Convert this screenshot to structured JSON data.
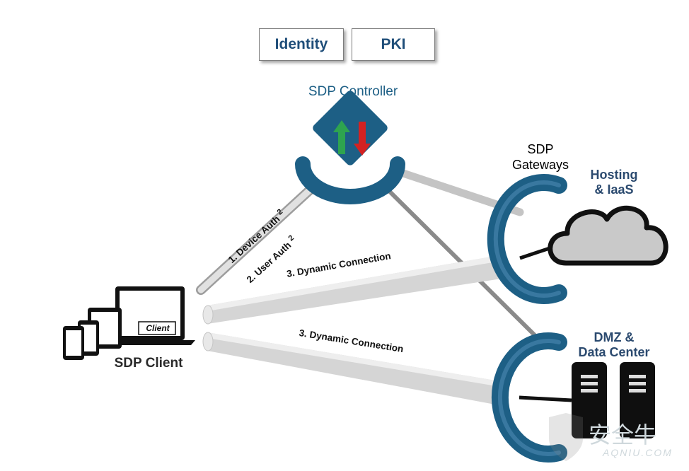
{
  "boxes": {
    "identity": "Identity",
    "pki": "PKI"
  },
  "controller": {
    "label": "SDP Controller"
  },
  "gateways": {
    "line1": "SDP",
    "line2": "Gateways"
  },
  "hosting": {
    "line1": "Hosting",
    "line2": "& IaaS"
  },
  "dmz": {
    "line1": "DMZ &",
    "line2": "Data Center"
  },
  "client": {
    "label": "SDP Client",
    "screen_text": "Client"
  },
  "connections": {
    "device_auth": "1. Device Auth",
    "device_auth_sup": "2",
    "user_auth": "2. User Auth",
    "user_auth_sup": "2",
    "dynamic_upper": "3. Dynamic Connection",
    "dynamic_lower": "3. Dynamic Connection"
  },
  "watermark": {
    "brand": "安全牛",
    "url": "AQNIU.COM"
  },
  "colors": {
    "gateway_arc": "#1d5f85",
    "controller_diamond": "#1d5f85",
    "arrow_up": "#2ea44f",
    "arrow_down": "#d32222",
    "tube": "#d9d9d9",
    "label_navy": "#2b4a6f"
  }
}
